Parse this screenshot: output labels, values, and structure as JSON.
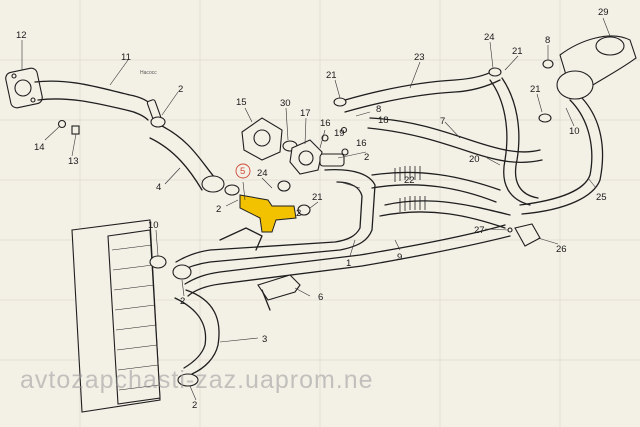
{
  "watermark": "avtozapchasti-zaz.uaprom.ne",
  "highlight_color": "#f2c200",
  "highlight_ring": "#d0483a",
  "labels": {
    "l12": "12",
    "l11": "11",
    "l2a": "2",
    "l14": "14",
    "l13": "13",
    "l4": "4",
    "l15": "15",
    "l30": "30",
    "l5": "5",
    "l24a": "24",
    "l2b": "2",
    "l17": "17",
    "l16a": "16",
    "l19": "19",
    "l18": "18",
    "l16b": "16",
    "l2c": "2",
    "l21a": "21",
    "l2d": "2",
    "l1": "1",
    "l22": "22",
    "l23": "23",
    "l21b": "21",
    "l8a": "8",
    "l24b": "24",
    "l21c": "21",
    "l8b": "8",
    "l7": "7",
    "l29": "29",
    "l21d": "21",
    "l10a": "10",
    "l20": "20",
    "l25": "25",
    "l9": "9",
    "l27": "27",
    "l26": "26",
    "l10b": "10",
    "l2e": "2",
    "l6": "6",
    "l3": "3",
    "l2f": "2"
  },
  "annotation": "Насосс"
}
